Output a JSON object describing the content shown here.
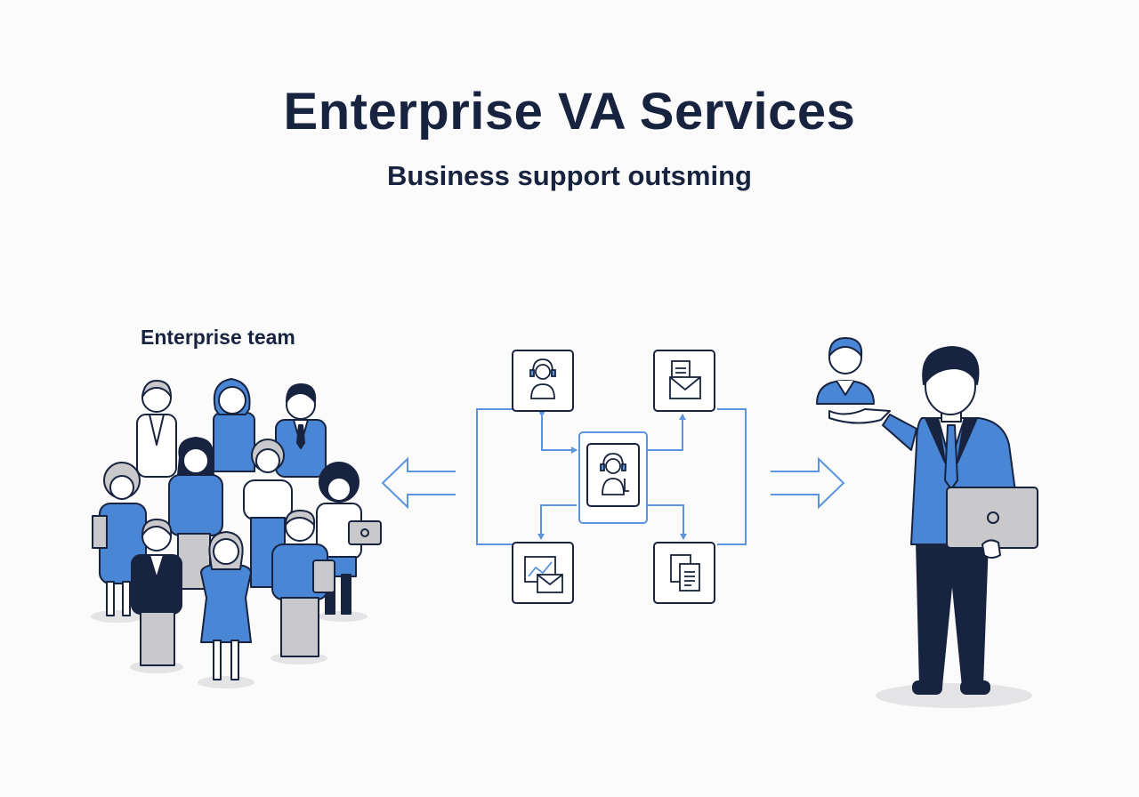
{
  "title": "Enterprise VA Services",
  "subtitle": "Business support outsming",
  "team_label": "Enterprise team",
  "colors": {
    "primary": "#4a86d6",
    "navy": "#17233f",
    "gray": "#c9c9cb",
    "line": "#5b95de"
  },
  "icons": {
    "center": "headset-agent-icon",
    "top_left": "headset-agent-icon",
    "top_right": "document-mail-icon",
    "bottom_left": "chart-mail-icon",
    "bottom_right": "documents-icon",
    "left_arrow": "arrow-left-icon",
    "right_arrow": "arrow-right-icon",
    "laptop": "laptop-icon"
  }
}
